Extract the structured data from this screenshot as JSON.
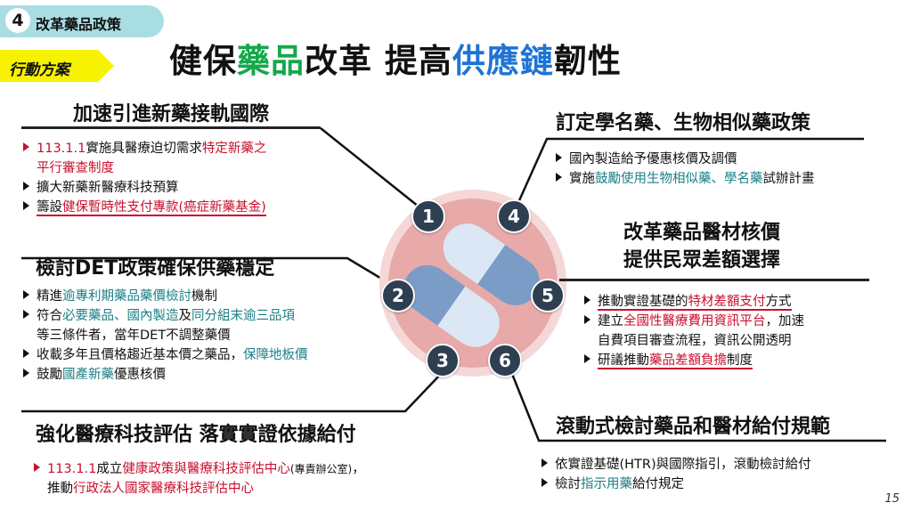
{
  "header": {
    "tab_number": "4",
    "tab_label": "改革藥品政策",
    "action_label": "行動方案"
  },
  "title": {
    "part1": "健保",
    "part2": "藥品",
    "part3": "改革 提高",
    "part4": "供應鏈",
    "part5": "韌性"
  },
  "sections": {
    "s1": {
      "number": "1",
      "title": "加速引進新藥接軌國際",
      "b1a": "113.1.1",
      "b1b": "實施具醫療迫切需求",
      "b1c": "特定新藥之",
      "b1d": "平行審查制度",
      "b2": "擴大新藥新醫療科技預算",
      "b3a": "籌設",
      "b3b": "健保暫時性支付專款(癌症新藥基金)"
    },
    "s2": {
      "number": "2",
      "title": "檢討DET政策確保供藥穩定",
      "b1a": "精進",
      "b1b": "逾專利期藥品藥價檢討",
      "b1c": "機制",
      "b2a": "符合",
      "b2b": "必要藥品、國內製造",
      "b2c": "及",
      "b2d": "同分組末逾三品項",
      "b2e": "等三條件者，當年DET不調整藥價",
      "b3a": "收載多年且價格趨近基本價之藥品，",
      "b3b": "保障地板價",
      "b4a": "鼓勵",
      "b4b": "國產新藥",
      "b4c": "優惠核價"
    },
    "s3": {
      "number": "3",
      "title": "強化醫療科技評估 落實實證依據給付",
      "b1a": "113.1.1",
      "b1b": "成立",
      "b1c": "健康政策與醫療科技評估中心",
      "b1d": "(專責辦公室)",
      "b1e": "，",
      "b1f": "推動",
      "b1g": "行政法人國家醫療科技評估中心"
    },
    "s4": {
      "number": "4",
      "title": "訂定學名藥、生物相似藥政策",
      "b1": "國內製造給予優惠核價及調價",
      "b2a": "實施",
      "b2b": "鼓勵使用生物相似藥、學名藥",
      "b2c": "試辦計畫"
    },
    "s5": {
      "number": "5",
      "title_line1": "改革藥品醫材核價",
      "title_line2": "提供民眾差額選擇",
      "b1a": "推動實證基礎的",
      "b1b": "特材差額支付",
      "b1c": "方式",
      "b2a": "建立",
      "b2b": "全國性醫療費用資訊平台",
      "b2c": "，加速",
      "b2d": "自費項目審查流程，資訊公開透明",
      "b3a": "研議推動",
      "b3b": "藥品差額負擔",
      "b3c": "制度"
    },
    "s6": {
      "number": "6",
      "title": "滾動式檢討藥品和醫材給付規範",
      "b1": "依實證基礎(HTR)與國際指引，滾動檢討給付",
      "b2a": "檢討",
      "b2b": "指示用藥",
      "b2c": "給付規定"
    }
  },
  "page_number": "15",
  "colors": {
    "green": "#14a84b",
    "blue": "#1e74d6",
    "red": "#c8102e",
    "teal": "#1b7f86",
    "badge": "#2e3f52"
  }
}
